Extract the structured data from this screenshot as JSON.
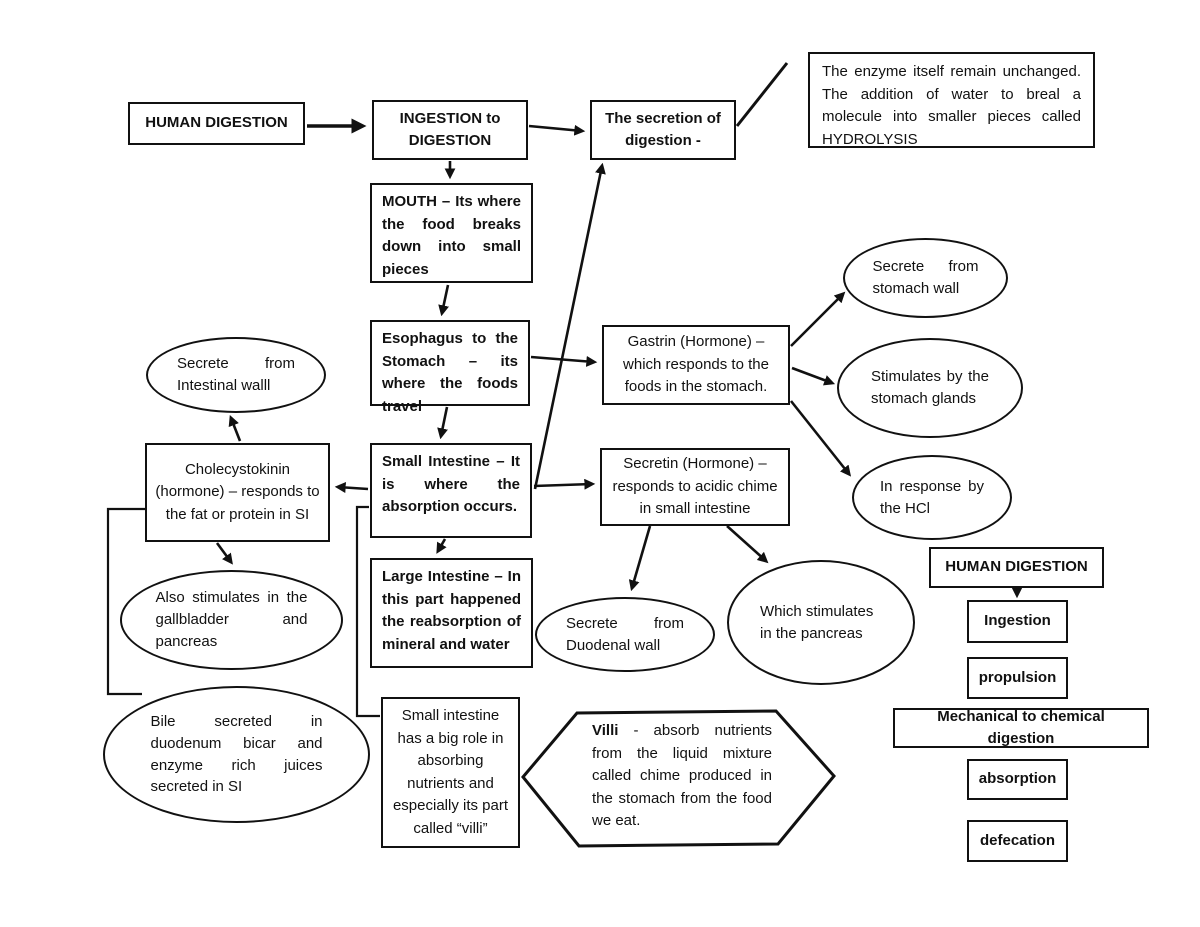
{
  "colors": {
    "ink": "#111111",
    "background": "#ffffff"
  },
  "nodes": {
    "human_digestion": "HUMAN DIGESTION",
    "ingestion_to_digestion": "INGESTION to DIGESTION",
    "secretion": "The secretion of digestion -",
    "hydrolysis": "The enzyme itself remain unchanged. The addition of water to breal a molecule into smaller pieces called HYDROLYSIS",
    "mouth": "MOUTH – Its where the food breaks down into small pieces",
    "esophagus": "Esophagus to the Stomach – its where the foods travel",
    "small_intestine": "Small Intestine – It is where the absorption occurs.",
    "large_intestine": "Large Intestine – In this part happened the reabsorption of mineral and water",
    "si_role": "Small intestine has a big role in absorbing nutrients and especially its part called “villi”",
    "gastrin": "Gastrin (Hormone) – which responds to the foods in the stomach.",
    "secretin": "Secretin (Hormone) – responds to acidic chime in small intestine",
    "cholecystokinin": "Cholecystokinin (hormone) – responds to the fat or protein in SI",
    "villi_label": "Villi",
    "villi_text": "- absorb nutrients from the liquid mixture called chime produced in the stomach from the food we eat."
  },
  "ellipses": {
    "stomach_wall": "Secrete from stomach wall",
    "stomach_glands": "Stimulates by the stomach glands",
    "hcl": "In response by the HCl",
    "intestinal_wall": "Secrete from Intestinal walll",
    "gallbladder": "Also stimulates in the gallbladder and pancreas",
    "bile": "Bile secreted in duodenum bicar and enzyme rich juices secreted in SI",
    "duodenal_wall": "Secrete from Duodenal wall",
    "pancreas": "Which stimulates in the pancreas"
  },
  "process": {
    "title": "HUMAN DIGESTION",
    "steps": [
      "Ingestion",
      "propulsion",
      "Mechanical to chemical digestion",
      "absorption",
      "defecation"
    ]
  }
}
